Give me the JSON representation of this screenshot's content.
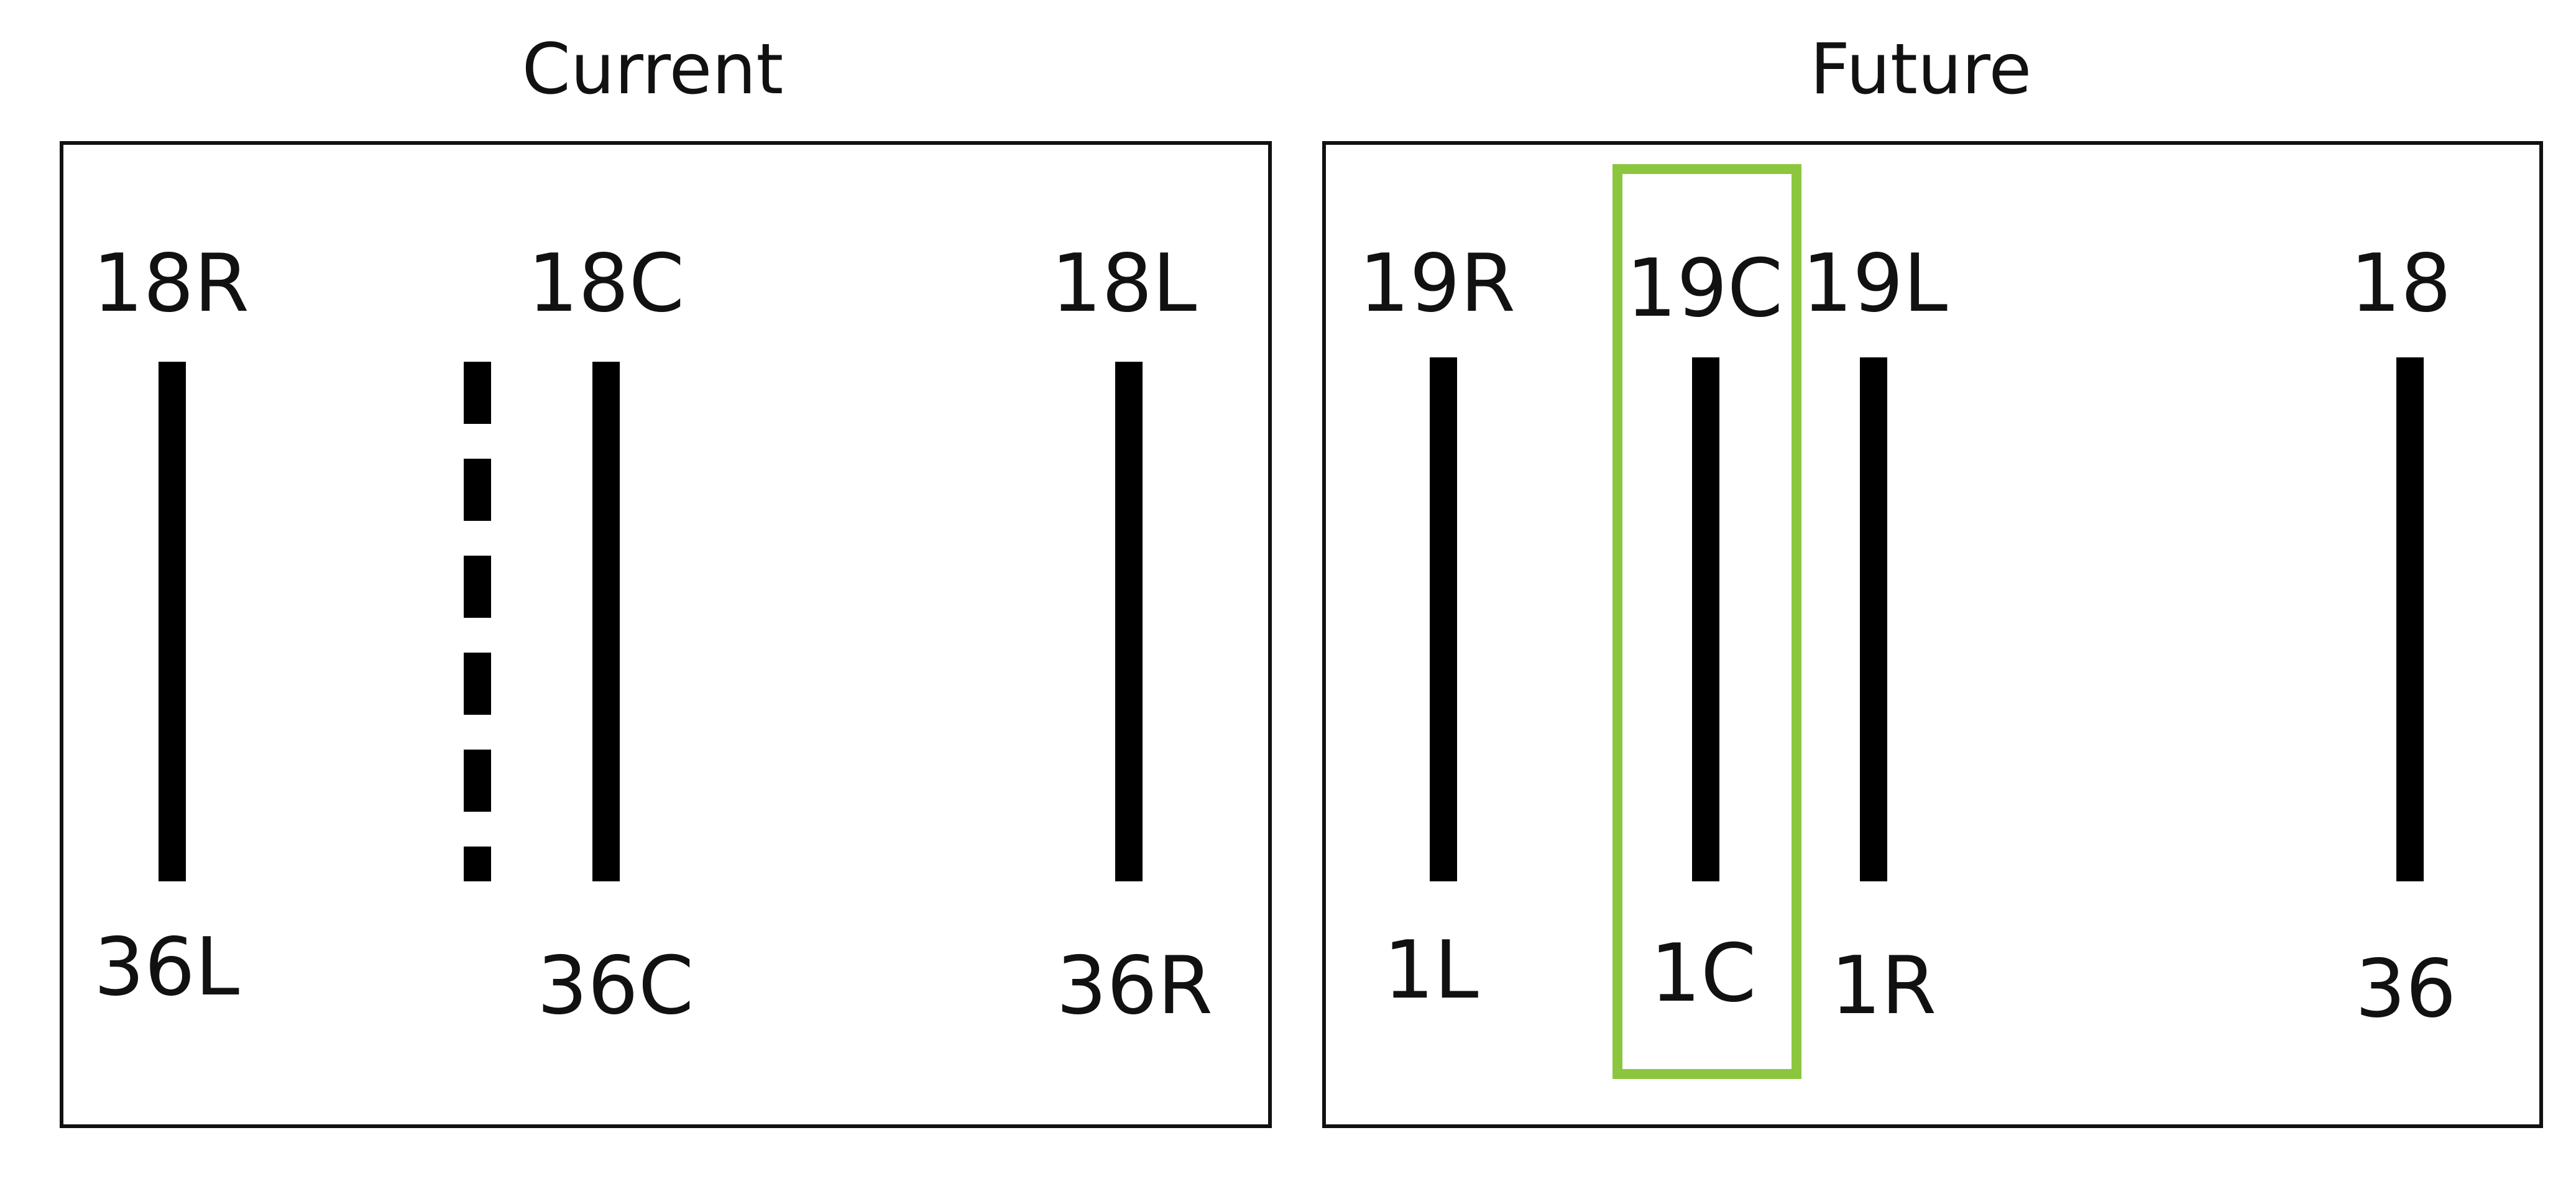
{
  "panels": {
    "current": {
      "title": "Current",
      "runways": [
        {
          "id": "current-runway-west",
          "top": "18R",
          "bottom": "36L",
          "style": "solid"
        },
        {
          "id": "current-runway-planned",
          "top": "",
          "bottom": "",
          "style": "dashed"
        },
        {
          "id": "current-runway-center",
          "top": "18C",
          "bottom": "36C",
          "style": "solid"
        },
        {
          "id": "current-runway-east",
          "top": "18L",
          "bottom": "36R",
          "style": "solid"
        }
      ]
    },
    "future": {
      "title": "Future",
      "runways": [
        {
          "id": "future-runway-west",
          "top": "19R",
          "bottom": "1L",
          "style": "solid"
        },
        {
          "id": "future-runway-center",
          "top": "19C",
          "bottom": "1C",
          "style": "solid",
          "highlighted": true
        },
        {
          "id": "future-runway-third",
          "top": "19L",
          "bottom": "1R",
          "style": "solid"
        },
        {
          "id": "future-runway-east",
          "top": "18",
          "bottom": "36",
          "style": "solid"
        }
      ]
    }
  },
  "colors": {
    "runway": "#000000",
    "frame": "#111111",
    "highlight": "#8cc63f",
    "background": "#ffffff"
  }
}
